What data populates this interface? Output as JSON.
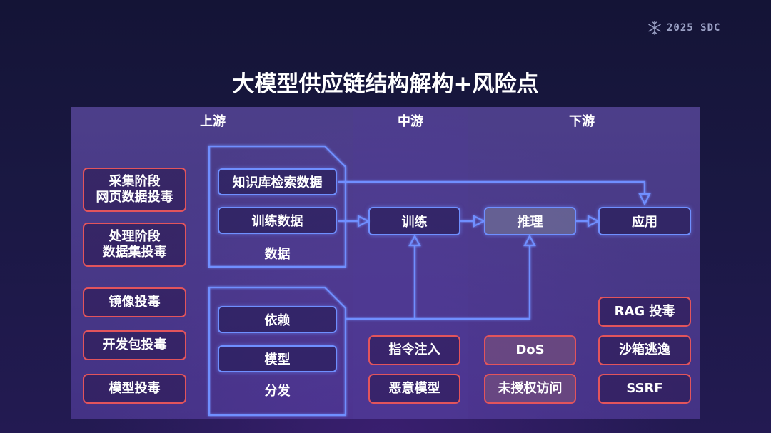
{
  "brand": "2025 SDC",
  "title": "大模型供应链结构解构+风险点",
  "columns": {
    "up": "上游",
    "mid": "中游",
    "down": "下游"
  },
  "upstream_risks": [
    "采集阶段\n网页数据投毒",
    "处理阶段\n数据集投毒",
    "镜像投毒",
    "开发包投毒",
    "模型投毒"
  ],
  "data_group": {
    "item1": "知识库检索数据",
    "item2": "训练数据",
    "label": "数据"
  },
  "dep_group": {
    "item1": "依赖",
    "item2": "模型",
    "label": "分发"
  },
  "pipeline": {
    "train": "训练",
    "infer": "推理",
    "app": "应用"
  },
  "mid_risks": [
    "指令注入",
    "恶意模型"
  ],
  "infer_risks": [
    "DoS",
    "未授权访问"
  ],
  "app_risks": [
    "RAG 投毒",
    "沙箱逃逸",
    "SSRF"
  ],
  "colors": {
    "risk_border": "#e2545c",
    "flow": "#6f8fff",
    "panel": "#7a5fc8"
  }
}
